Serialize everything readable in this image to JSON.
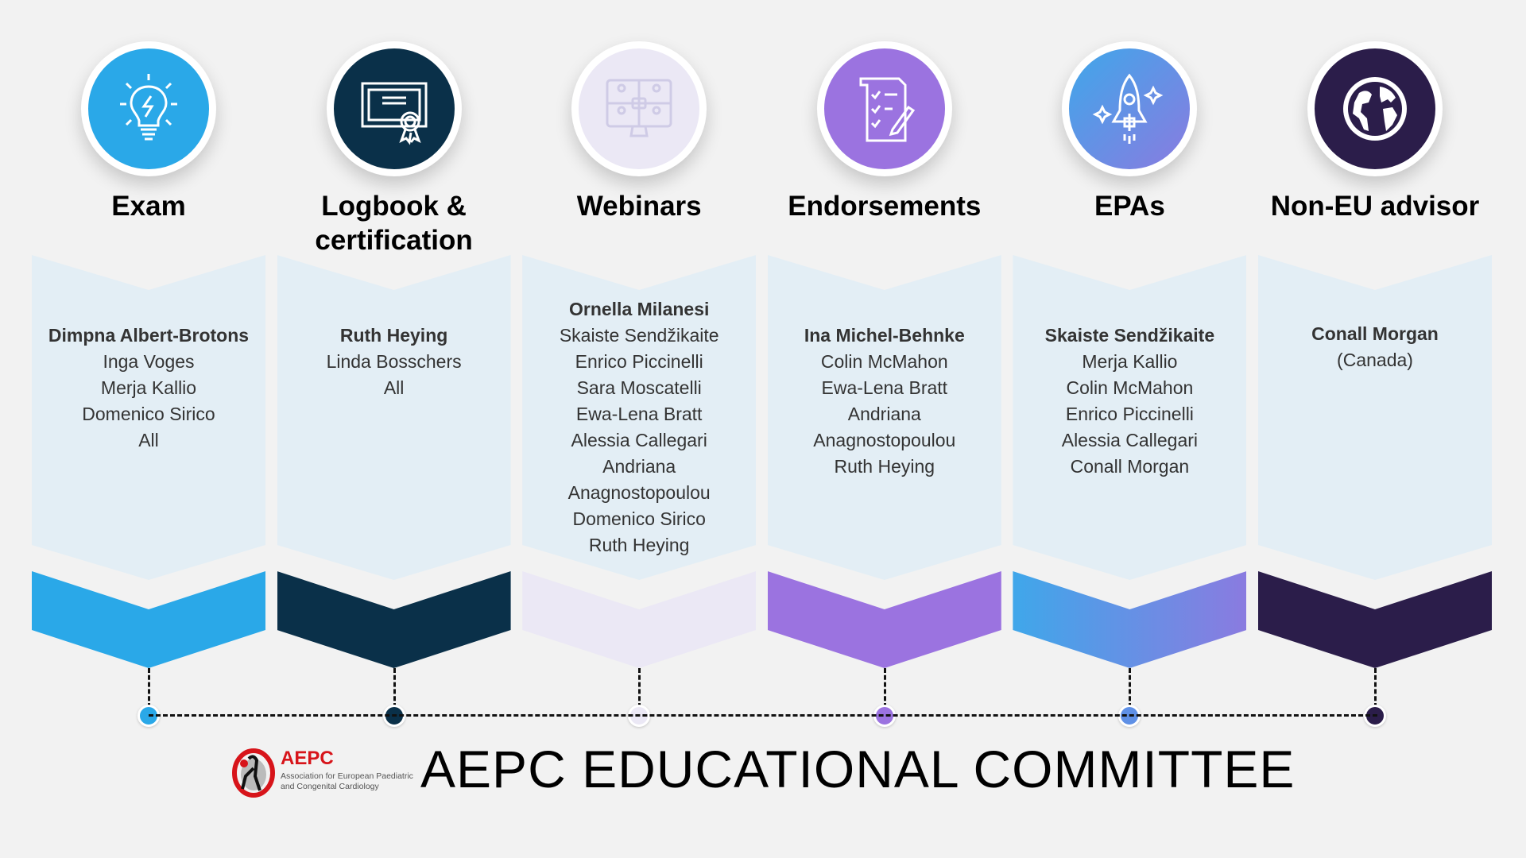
{
  "columns": [
    {
      "title": "Exam",
      "icon": "lightbulb-icon",
      "color": "#2aa8e8",
      "names": [
        "Dimpna Albert-Brotons",
        "Inga Voges",
        "Merja Kallio",
        "Domenico Sirico",
        "All"
      ]
    },
    {
      "title": "Logbook & certification",
      "icon": "certificate-icon",
      "color": "#0a3049",
      "names": [
        "Ruth Heying",
        "Linda Bosschers",
        "All"
      ]
    },
    {
      "title": "Webinars",
      "icon": "video-conference-icon",
      "color": "#ebe8f5",
      "names": [
        "Ornella Milanesi",
        "Skaiste Sendžikaite",
        "Enrico Piccinelli",
        "Sara Moscatelli",
        "Ewa-Lena Bratt",
        "Alessia Callegari",
        "Andriana",
        "Anagnostopoulou",
        "Domenico Sirico",
        "Ruth Heying"
      ]
    },
    {
      "title": "Endorsements",
      "icon": "checklist-pencil-icon",
      "color": "#9b73e0",
      "names": [
        "Ina Michel-Behnke",
        "Colin McMahon",
        "Ewa-Lena Bratt",
        "Andriana",
        "Anagnostopoulou",
        "Ruth Heying"
      ]
    },
    {
      "title": "EPAs",
      "icon": "rocket-icon",
      "color": "#5f90e6",
      "names": [
        "Skaiste Sendžikaite",
        "Merja Kallio",
        "Colin McMahon",
        "Enrico Piccinelli",
        "Alessia Callegari",
        "Conall Morgan"
      ]
    },
    {
      "title": "Non-EU advisor",
      "icon": "globe-icon",
      "color": "#2b1d4a",
      "names": [
        "Conall Morgan",
        "(Canada)"
      ]
    }
  ],
  "logo": {
    "name": "AEPC",
    "subtitle_1": "Association for European Paediatric",
    "subtitle_2": "and Congenital Cardiology"
  },
  "main_title": "AEPC EDUCATIONAL COMMITTEE"
}
